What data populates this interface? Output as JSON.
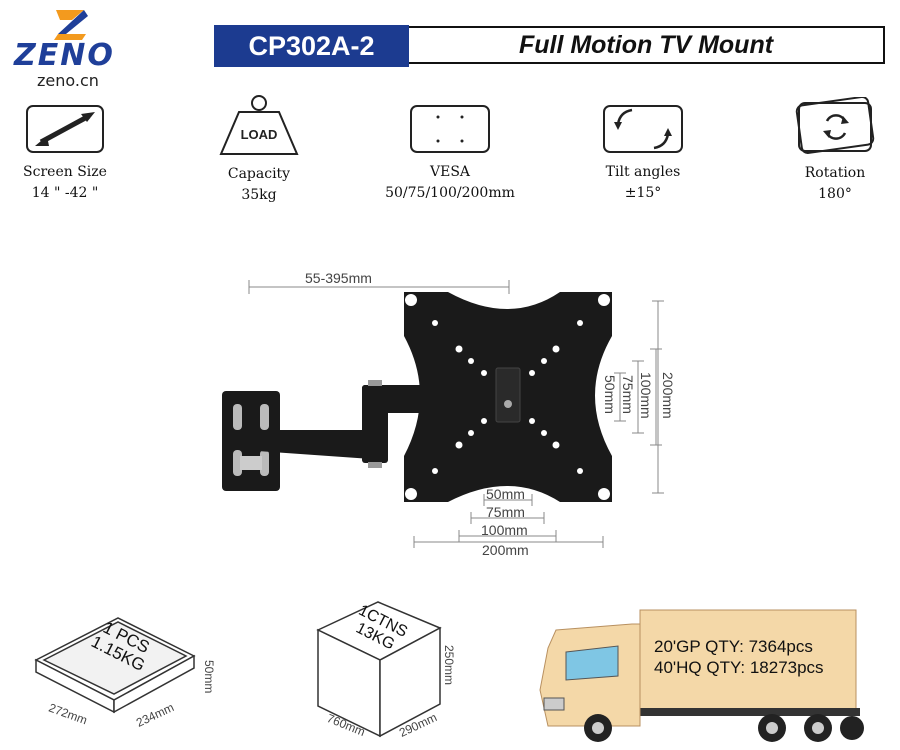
{
  "header": {
    "logo_text": "ZENO",
    "logo_site": "zeno.cn",
    "model": "CP302A-2",
    "title": "Full Motion TV Mount"
  },
  "features": [
    {
      "label": "Screen Size",
      "value": "14 \" -42 \"",
      "icon": "diagonal-arrow-icon"
    },
    {
      "label": "Capacity",
      "value": "35kg",
      "icon": "load-weight-icon",
      "icon_text": "LOAD"
    },
    {
      "label": "VESA",
      "value": "50/75/100/200mm",
      "icon": "vesa-holes-icon"
    },
    {
      "label": "Tilt angles",
      "value": "±15°",
      "icon": "tilt-arrows-icon"
    },
    {
      "label": "Rotation",
      "value": "180°",
      "icon": "rotation-icon"
    }
  ],
  "dimensions": {
    "extension": "55-395mm",
    "h_50": "50mm",
    "h_75": "75mm",
    "h_100": "100mm",
    "h_200": "200mm",
    "v_50": "50mm",
    "v_75": "75mm",
    "v_100": "100mm",
    "v_200": "200mm"
  },
  "package": {
    "box_line1": "1 PCS",
    "box_line2": "1.15KG",
    "box_h": "50mm",
    "box_l": "272mm",
    "box_w": "234mm",
    "carton_line1": "1CTNS",
    "carton_line2": "13KG",
    "carton_h": "250mm",
    "carton_l": "760mm",
    "carton_w": "290mm"
  },
  "shipping": {
    "qty_20gp": "20'GP QTY: 7364pcs",
    "qty_40hq": "40'HQ QTY: 18273pcs"
  },
  "colors": {
    "brand_blue": "#1c3b90",
    "logo_orange": "#f39a1e",
    "truck_cream": "#f4d8a8",
    "mount_black": "#1a1a1a"
  }
}
